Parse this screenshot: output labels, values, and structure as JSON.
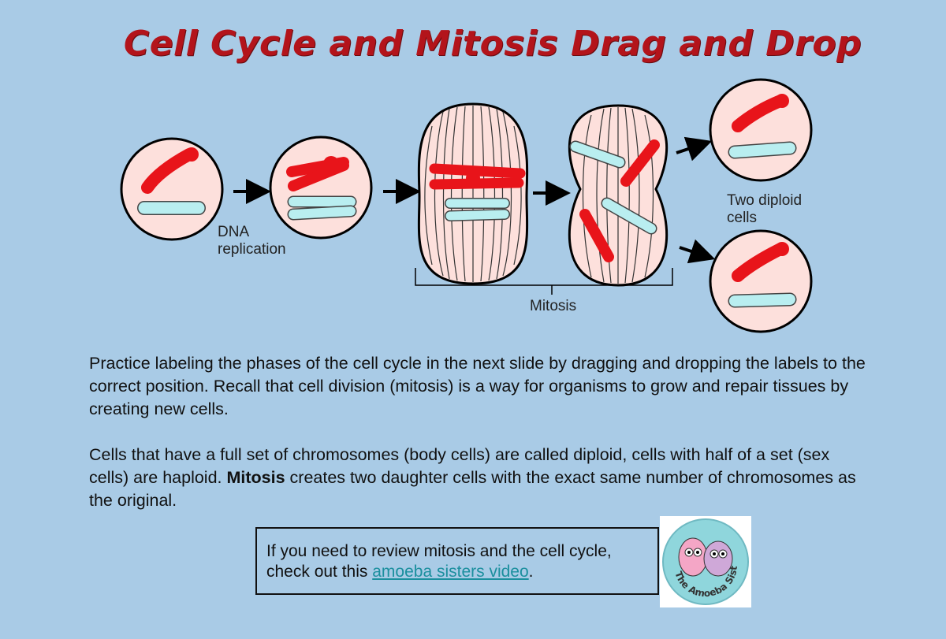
{
  "title": "Cell Cycle and Mitosis Drag and Drop",
  "diagram": {
    "label_dna": [
      "DNA",
      "replication"
    ],
    "label_mitosis": "Mitosis",
    "label_two_diploid": [
      "Two diploid",
      "cells"
    ]
  },
  "paragraph1": {
    "text": "Practice labeling the phases of the cell cycle in the next slide by dragging and dropping the labels to the correct position.   Recall that cell division (mitosis) is a way for organisms to grow and repair tissues by creating new cells."
  },
  "paragraph2": {
    "before": "Cells that have a full set of chromosomes (body cells) are called diploid, cells with half of a set (sex cells) are haploid.  ",
    "bold": "Mitosis",
    "after": " creates two daughter cells with the exact same number of chromosomes as the original."
  },
  "callout": {
    "line1": "If you need to review mitosis and the cell cycle,",
    "line2_before": "check out this ",
    "link_text": "amoeba sisters video",
    "line2_after": "."
  },
  "logo": {
    "text": "The Amoeba Sisters"
  },
  "colors": {
    "background": "#a9cbe6",
    "title": "#b3141b",
    "cell_fill": "#fde0dc",
    "red_chromosome": "#e8141a",
    "blue_chromosome": "#b9eef0",
    "link": "#1b8f9e"
  }
}
